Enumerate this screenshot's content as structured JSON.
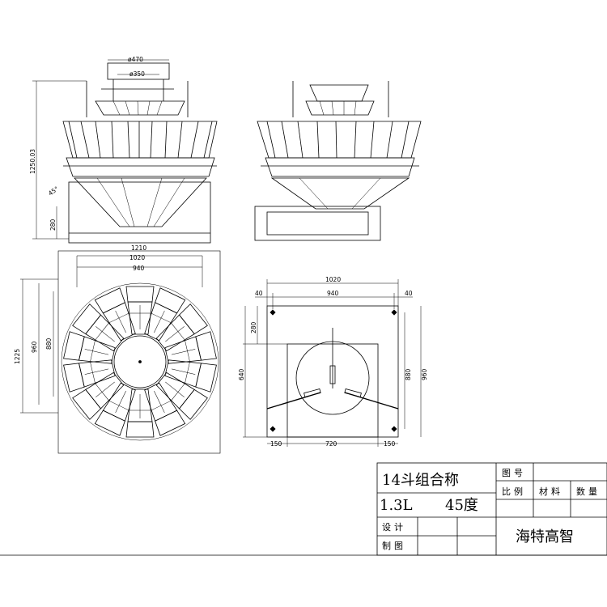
{
  "drawing": {
    "front_view": {
      "dims": {
        "top_outer_dia": "ø470",
        "top_inner_dia": "ø350",
        "total_height": "1250.03",
        "base_height": "280",
        "cone_angle": "45°"
      }
    },
    "top_view": {
      "dims": {
        "w1210": "1210",
        "w1020": "1020",
        "w940": "940",
        "h1225": "1225",
        "h960": "960",
        "h880": "880"
      }
    },
    "base_view": {
      "dims": {
        "w1020": "1020",
        "left40": "40",
        "w940": "940",
        "right40": "40",
        "h280": "280",
        "h640": "640",
        "h880": "880",
        "h960": "960",
        "b150_left": "150",
        "b720": "720",
        "b150_right": "150"
      }
    },
    "title_block": {
      "product_title": "14斗组合称",
      "spec_volume": "1.3L",
      "spec_angle": "45度",
      "drawing_no_label": "图号",
      "scale_label": "比例",
      "material_label": "材料",
      "quantity_label": "数量",
      "designer_label": "设计",
      "drafter_label": "制图",
      "company": "海特高智"
    }
  }
}
